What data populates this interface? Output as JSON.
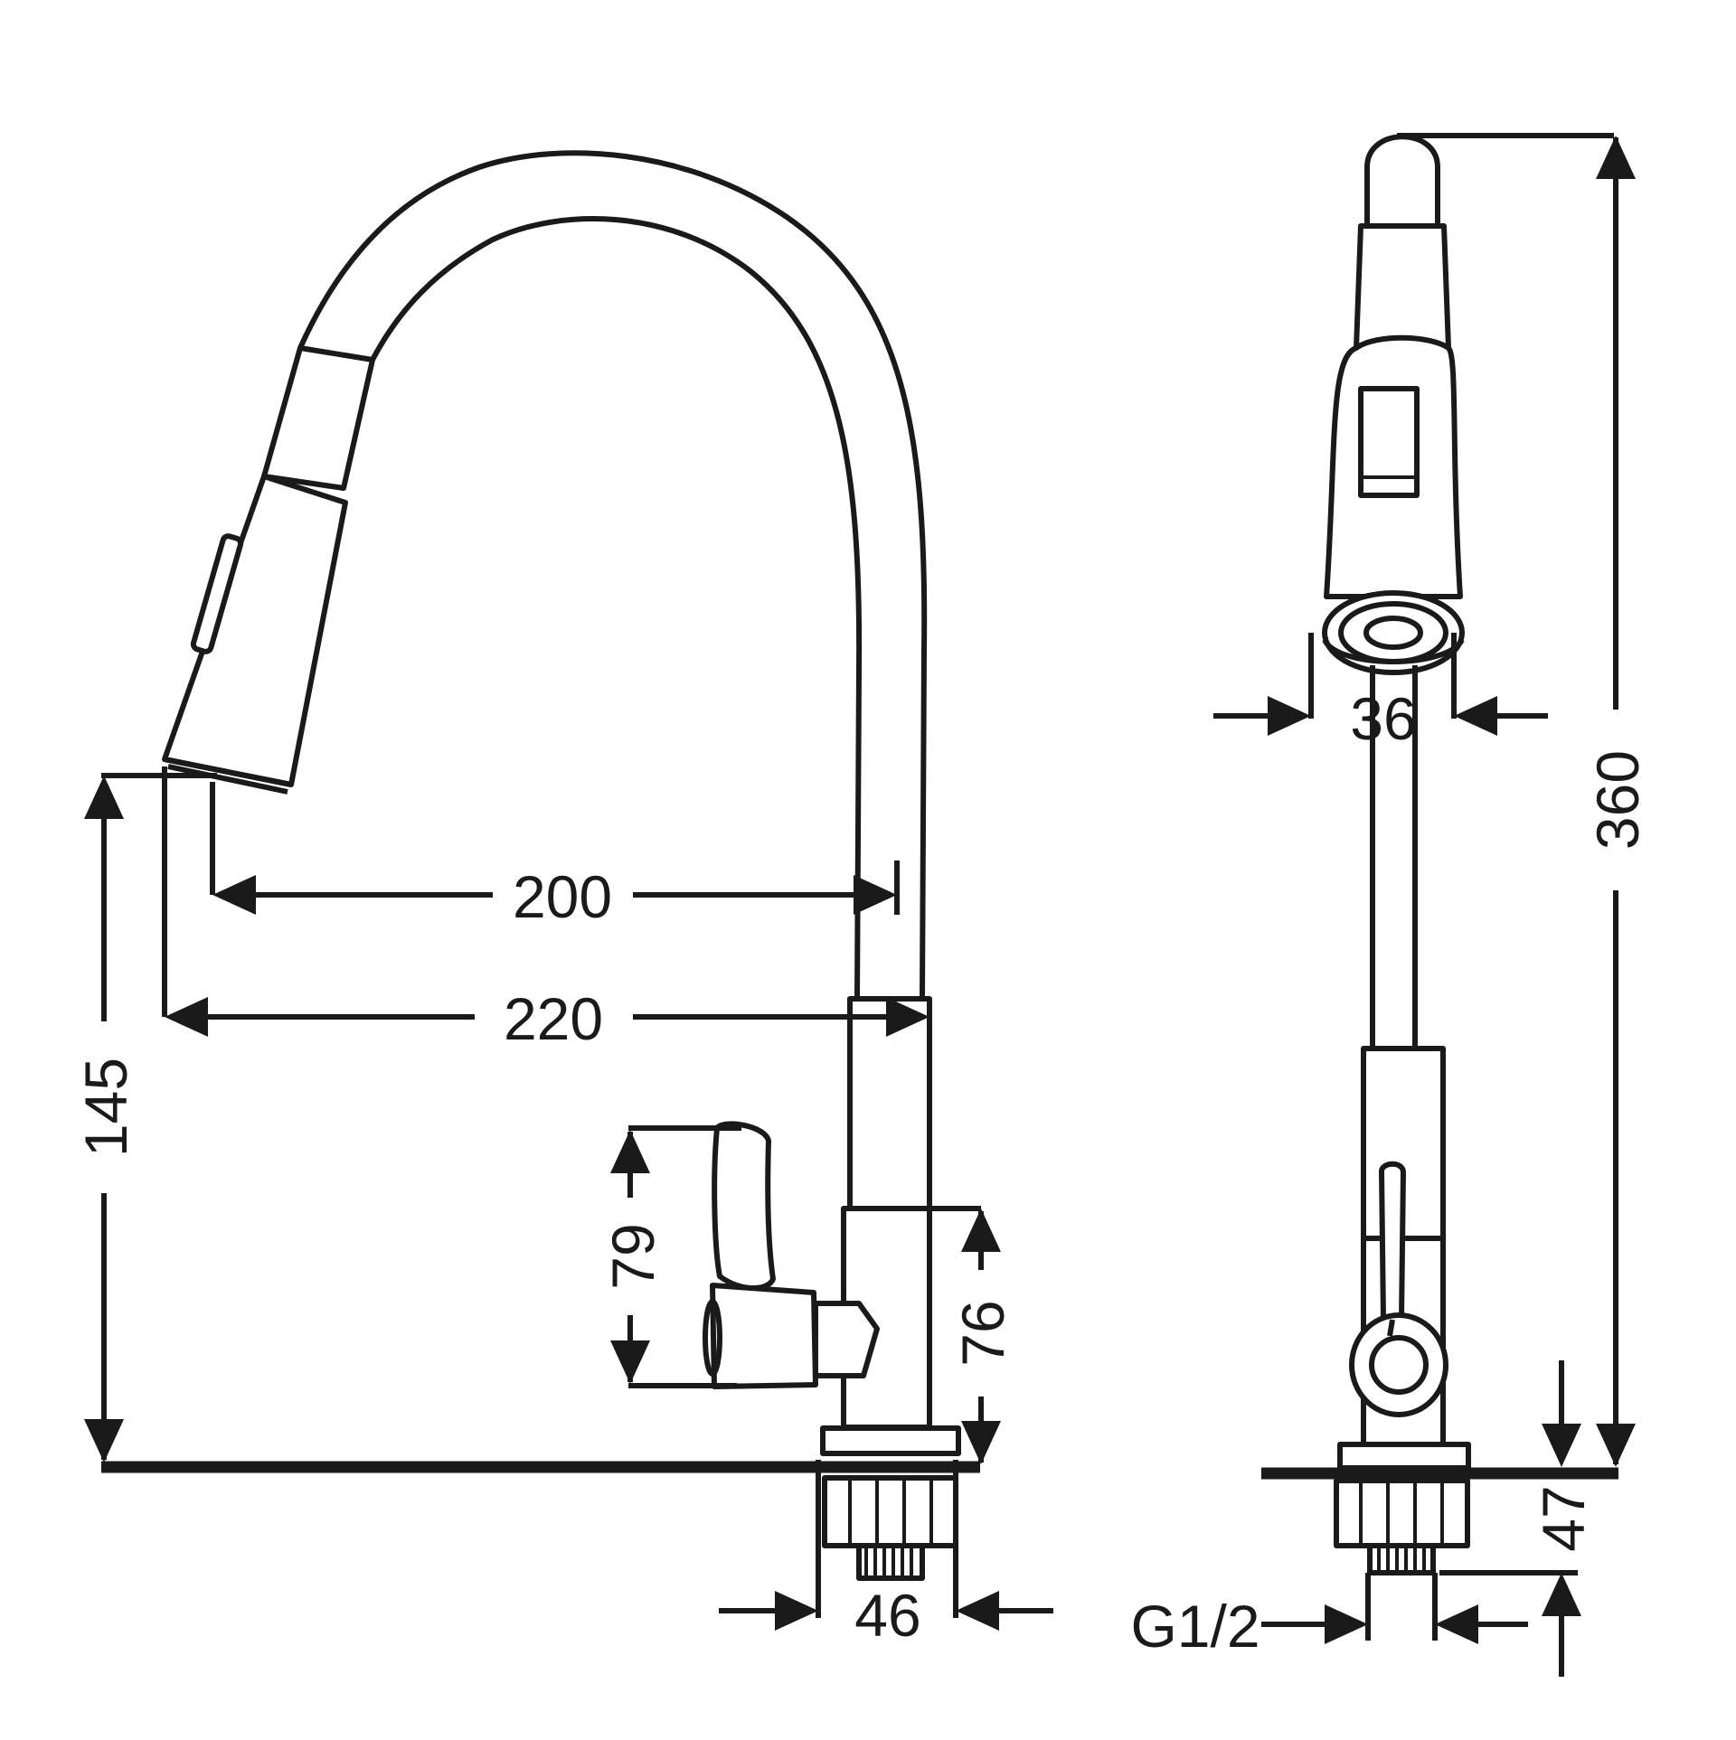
{
  "dimensions": {
    "reach_spout": "200",
    "reach_body": "220",
    "spout_height": "145",
    "handle_height": "79",
    "body_height": "76",
    "base_diameter": "46",
    "sprayer_diameter": "36",
    "total_height": "360",
    "shank_length": "47",
    "thread": "G1/2"
  },
  "colors": {
    "line": "#1a1a1a",
    "background": "#ffffff"
  }
}
